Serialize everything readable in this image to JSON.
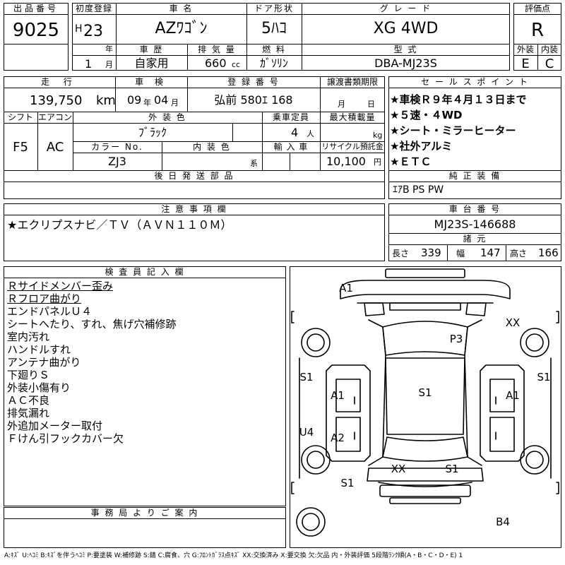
{
  "header": {
    "lot_no_label": "出品番号",
    "lot_no": "9025",
    "first_reg_label": "初度登録",
    "era": "H",
    "year": "23",
    "year_unit": "年",
    "month": "1",
    "month_unit": "月",
    "model_label": "車 名",
    "model": "AZﾜｺﾞﾝ",
    "door_label": "ドア形状",
    "door": "5ﾊｺ",
    "grade_label": "グ レ ー ド",
    "grade": "XG 4WD",
    "score_label": "評価点",
    "score": "R",
    "history_label": "車 歴",
    "history": "自家用",
    "displacement_label": "排 気 量",
    "displacement": "660",
    "displacement_unit": "cc",
    "fuel_label": "燃 料",
    "fuel": "ｶﾞｿﾘﾝ",
    "type_label": "型 式",
    "type": "DBA-MJ23S",
    "exterior_label": "外装",
    "exterior": "E",
    "interior_label": "内装",
    "interior": "C"
  },
  "row2": {
    "mileage_label": "走 行",
    "mileage": "139,750",
    "mileage_unit": "km",
    "inspection_label": "車 検",
    "insp_year": "09",
    "insp_year_unit": "年",
    "insp_month": "04",
    "insp_month_unit": "月",
    "plate_label": "登 録 番 号",
    "plate": "弘前 580ｴ 168",
    "transfer_label": "譲渡書類期限",
    "transfer_month": "月",
    "transfer_day": "日",
    "shift_label": "シフト",
    "shift": "F5",
    "ac_label": "エアコン",
    "ac": "AC",
    "color_label": "外 装 色",
    "color": "ﾌﾞﾗｯｸ",
    "seats_label": "乗車定員",
    "seats": "4",
    "seats_unit": "人",
    "load_label": "最大積載量",
    "load_unit": "kg",
    "color_no_label": "カラー No.",
    "color_no": "ZJ3",
    "int_color_label": "内 装 色",
    "int_color_unit": "系",
    "import_label": "輸 入 車",
    "recycle_label": "リサイクル預託金",
    "recycle": "10,100",
    "recycle_unit": "円",
    "later_label": "後 日 発 送 部 品"
  },
  "sales": {
    "label": "セ ー ル ス ポ イ ン ト",
    "points": [
      "★車検Ｒ９年４月１３日まで",
      "★５速・４WD",
      "★シート・ミラーヒーター",
      "★社外アルミ",
      "★ＥＴＣ"
    ]
  },
  "equipment": {
    "label": "純 正 装 備",
    "value": "ｴｱB PS PW"
  },
  "notes": {
    "label": "注 意 事 項 欄",
    "value": "★エクリプスナビ／ＴＶ（ＡＶＮ１１０Ｍ）"
  },
  "chassis": {
    "label": "車 台 番 号",
    "value": "MJ23S-146688"
  },
  "specs": {
    "label": "諸 元",
    "length_label": "長さ",
    "length": "339",
    "width_label": "幅",
    "width": "147",
    "height_label": "高さ",
    "height": "166"
  },
  "inspector": {
    "label": "検 査 員 記 入 欄",
    "lines": [
      "Ｒサイドメンバー歪み",
      "Ｒフロア曲がり",
      "エンドパネルＵ４",
      "シートへたり、すれ、焦げ穴補修跡",
      "室内汚れ",
      "ハンドルすれ",
      "アンテナ曲がり",
      "下廻りＳ",
      "外装小傷有り",
      "ＡＣ不良",
      "排気漏れ",
      "外追加メーター取付",
      "Ｆけん引フックカバー欠"
    ]
  },
  "office": {
    "label": "事 務 局 よ り ご 案 内"
  },
  "diagram": {
    "codes": {
      "front": "A1",
      "right_front": "XX",
      "roof": "P3",
      "left_front_door": "S1",
      "right_front_door": "S1",
      "left_a": "A1",
      "left_b": "A2",
      "center": "S1",
      "right_a": "A1",
      "left_lower": "U4",
      "rear_left": "XX",
      "rear_right": "S1",
      "left_rear": "S1",
      "rear": "B4"
    }
  },
  "legend": "A:ｷｽﾞ U:ﾍｺﾐ B:ｷｽﾞを伴うﾍｺﾐ P:要塗装 W:補修跡 S:錆 C:腐食、穴 G:ﾌﾛﾝﾄｶﾞﾗｽ点ｷｽﾞ XX:交換済み X:要交換 欠:欠品 内・外装評価 5段階ﾗﾝｸ順(A・B・C・D・E) 1"
}
